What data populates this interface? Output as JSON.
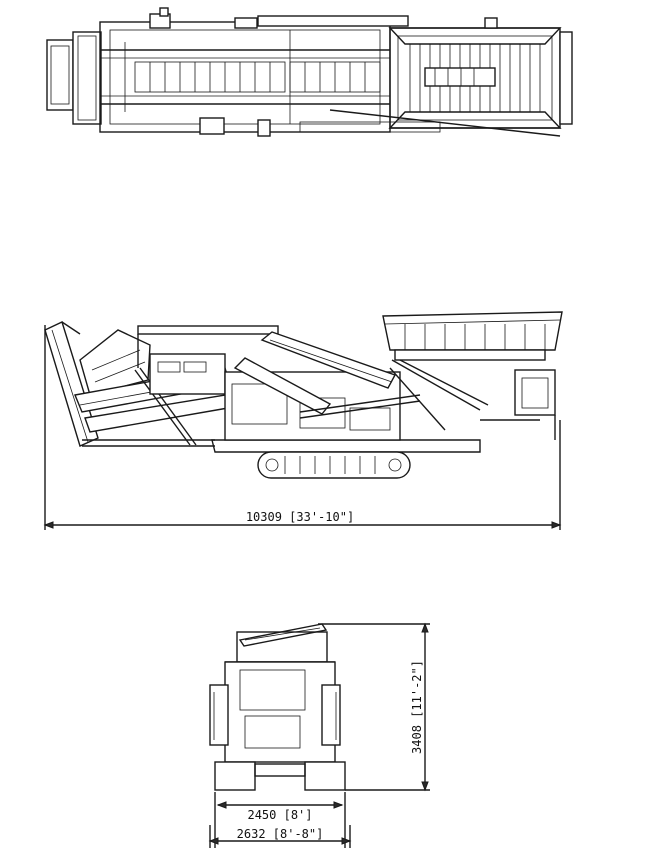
{
  "views": {
    "top": {
      "name": "top view"
    },
    "side": {
      "name": "side view"
    },
    "end": {
      "name": "end view"
    }
  },
  "dimensions": {
    "overall_length": "10309 [33'-10\"]",
    "height": "3408 [11'-2\"]",
    "track_width": "2450 [8']",
    "overall_width": "2632 [8'-8\"]"
  },
  "colors": {
    "line": "#1a1a1a",
    "background": "#ffffff"
  }
}
